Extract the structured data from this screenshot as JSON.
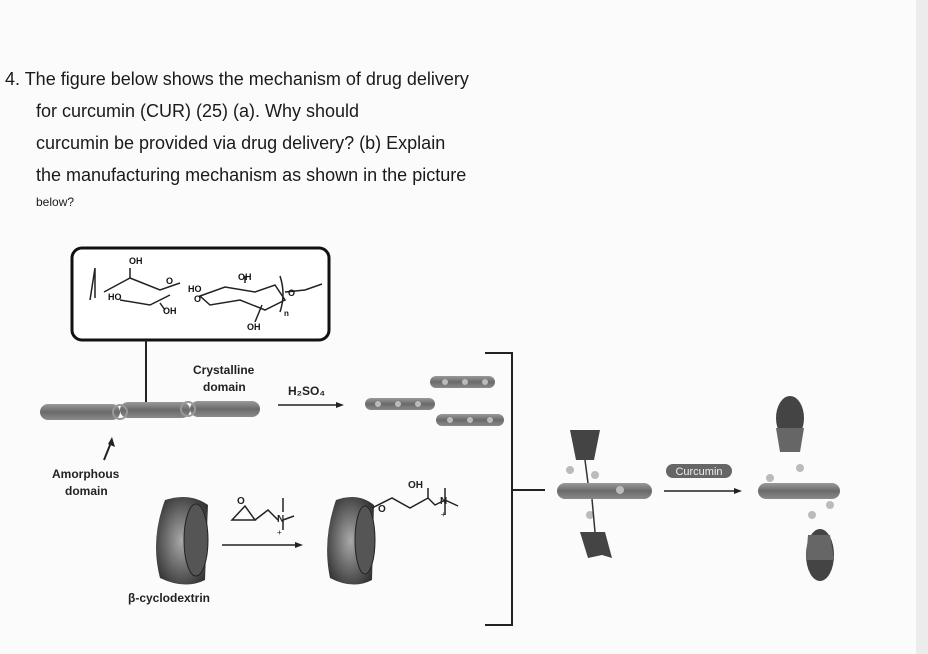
{
  "question": {
    "line1": "4. The figure below shows the mechanism of drug delivery",
    "line2": "for curcumin (CUR) (25) (a). Why should",
    "line3": "curcumin be provided via drug delivery? (b) Explain",
    "line4": "the manufacturing mechanism as shown in the picture",
    "line5": "below?"
  },
  "figure": {
    "oh_top1": "OH",
    "oh_top2": "OH",
    "ho_left": "HO",
    "ho_mid": "HO",
    "oh_bot1": "OH",
    "oh_bot2": "OH",
    "o1": "O",
    "o2": "O",
    "o3": "O",
    "n_sub": "n",
    "crystalline": "Crystalline",
    "domain1": "domain",
    "reagent": "H₂SO₄",
    "amorphous": "Amorphous",
    "domain2": "domain",
    "beta_cd": "β-cyclodextrin",
    "o_epox": "O",
    "n_quat": "N",
    "plus1": "+",
    "oh_prod": "OH",
    "o_prod": "O",
    "n_quat2": "N",
    "plus2": "+",
    "curcumin": "Curcumin"
  }
}
